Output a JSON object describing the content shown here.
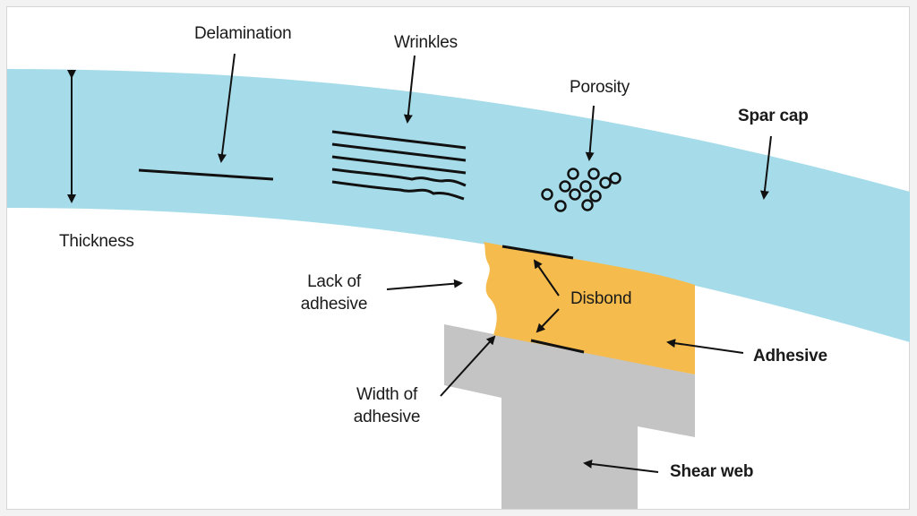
{
  "colors": {
    "spar_cap": "#a6dcea",
    "adhesive": "#f5bb4c",
    "shear_web": "#c4c4c4",
    "line": "#111111",
    "background": "#ffffff"
  },
  "labels": {
    "delamination": "Delamination",
    "wrinkles": "Wrinkles",
    "porosity": "Porosity",
    "spar_cap": "Spar cap",
    "thickness": "Thickness",
    "lack_of_adhesive_l1": "Lack of",
    "lack_of_adhesive_l2": "adhesive",
    "disbond": "Disbond",
    "adhesive": "Adhesive",
    "width_of_adhesive_l1": "Width of",
    "width_of_adhesive_l2": "adhesive",
    "shear_web": "Shear web"
  }
}
